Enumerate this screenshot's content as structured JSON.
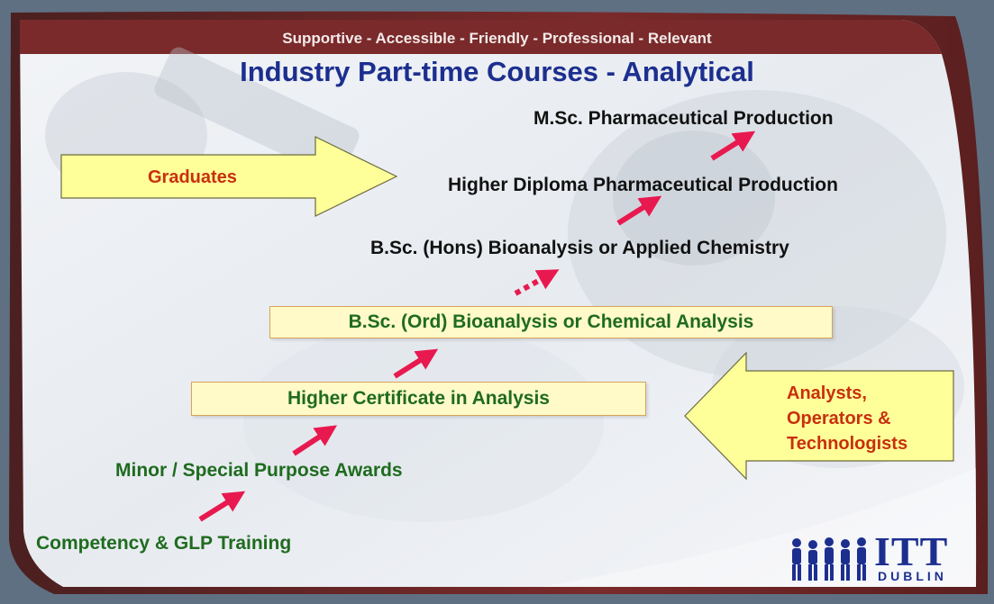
{
  "tagline": "Supportive - Accessible - Friendly - Professional - Relevant",
  "title": "Industry Part-time Courses - Analytical",
  "stages": {
    "msc": "M.Sc. Pharmaceutical Production",
    "higher_diploma": "Higher Diploma Pharmaceutical Production",
    "bsc_hons": "B.Sc. (Hons) Bioanalysis or Applied Chemistry",
    "bsc_ord": "B.Sc. (Ord) Bioanalysis or Chemical Analysis",
    "higher_certificate": "Higher Certificate in Analysis",
    "minor_awards": "Minor / Special Purpose Awards",
    "competency": "Competency & GLP Training"
  },
  "entry_points": {
    "graduates": "Graduates",
    "analysts": [
      "Analysts,",
      "Operators &",
      "Technologists"
    ]
  },
  "logo": {
    "text": "ITT",
    "subtext": "DUBLIN"
  },
  "colors": {
    "title": "#1c2f8f",
    "green_stage": "#1f6b1f",
    "arrow_pink": "#e8194f",
    "entry_arrow_fill": "#ffff99",
    "entry_label": "#c8300e",
    "frame": "#7a2a2a"
  }
}
